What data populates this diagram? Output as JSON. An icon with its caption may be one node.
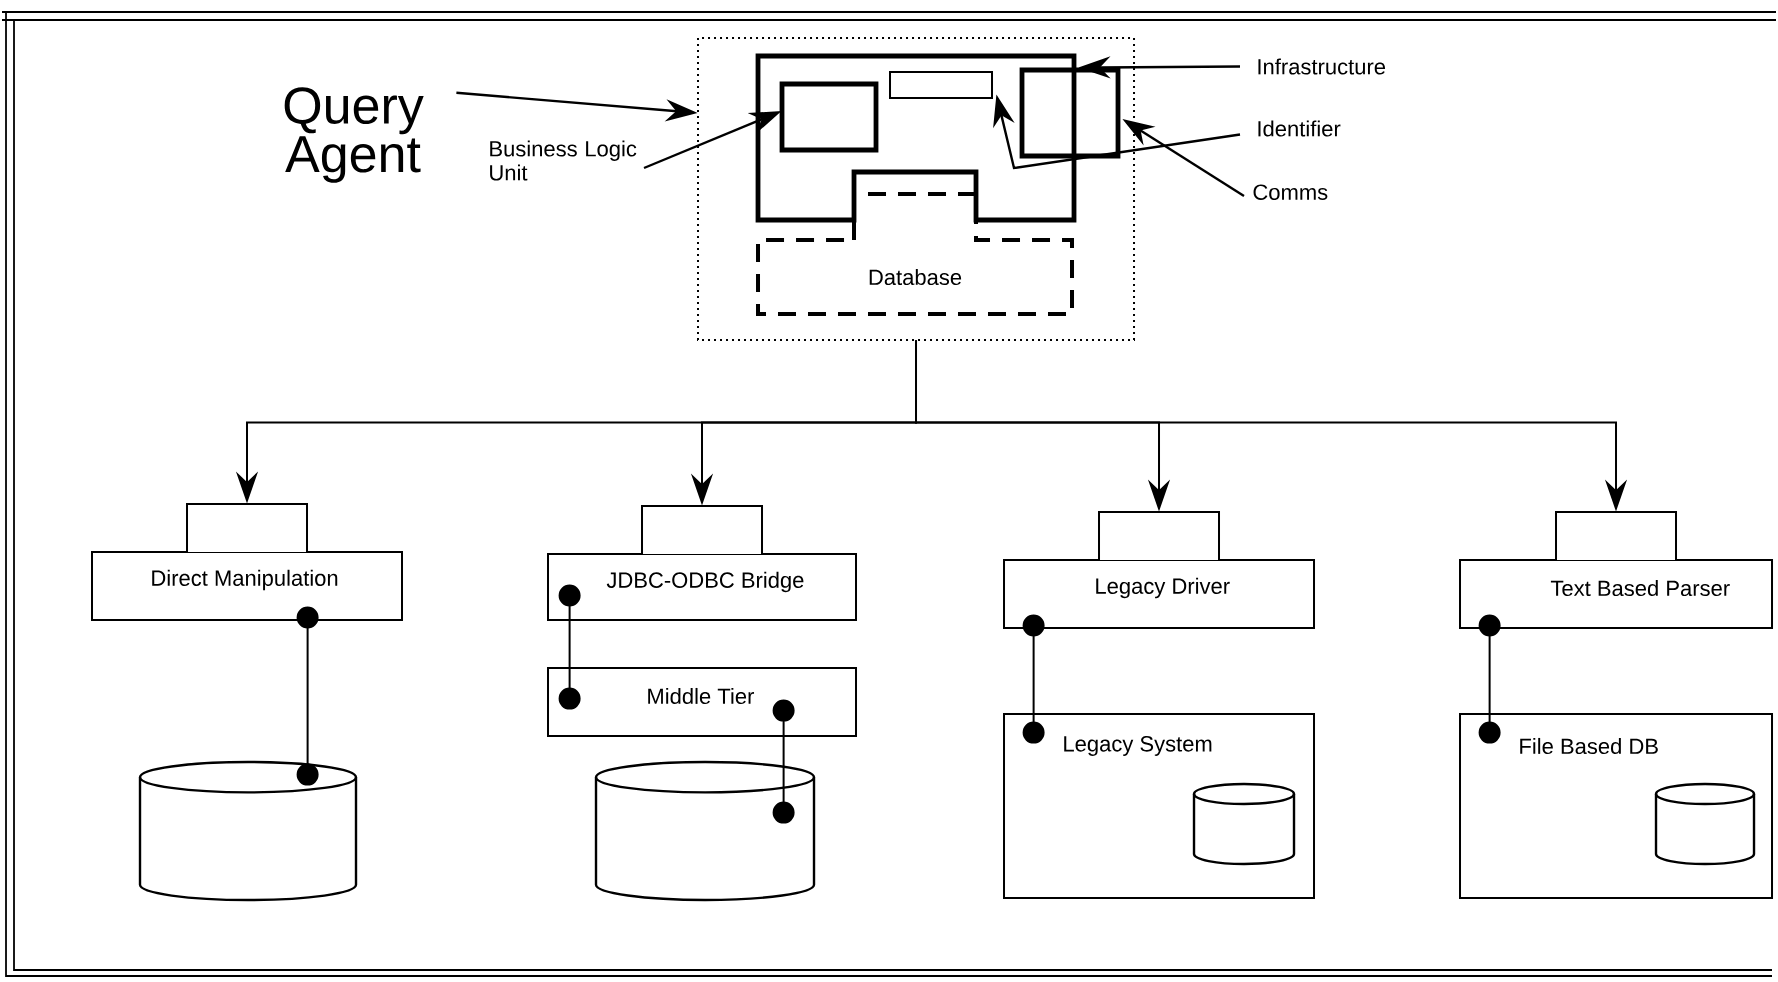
{
  "diagram": {
    "nodes": [
      {
        "text": [
          "Query Agent"
        ]
      },
      {
        "text": [],
        "shape": "box"
      },
      {
        "text": [],
        "shape": "box",
        "in": 1
      },
      {
        "text": [],
        "shape": "box",
        "in": 2
      },
      {
        "text": [],
        "shape": "box",
        "in": 2
      },
      {
        "text": [],
        "shape": "box",
        "in": 1
      },
      {
        "text": [
          "Database"
        ],
        "in": 1
      },
      {
        "text": [
          "Business Logic Unit"
        ]
      },
      {
        "text": [
          "Infrastructure"
        ]
      },
      {
        "text": [
          "Identifier"
        ]
      },
      {
        "text": [
          "Comms"
        ]
      },
      {
        "text": [
          "Direct Manipulation"
        ]
      },
      {
        "text": [],
        "shape": "cylinder"
      },
      {
        "text": [
          "JDBC-ODBC Bridge"
        ]
      },
      {
        "text": [
          "Middle Tier"
        ]
      },
      {
        "text": [],
        "shape": "cylinder"
      },
      {
        "text": [
          "Legacy Driver"
        ]
      },
      {
        "text": [
          "Legacy System"
        ]
      },
      {
        "text": [],
        "shape": "cylinder",
        "in": 17
      },
      {
        "text": [
          "Text Based Parser"
        ]
      },
      {
        "text": [
          "File Based DB"
        ]
      },
      {
        "text": [],
        "shape": "cylinder",
        "in": 20
      }
    ],
    "edges": [
      {
        "from": 0,
        "to": 1,
        "arrow": "to"
      },
      {
        "from": 7,
        "to": 3,
        "arrow": "to"
      },
      {
        "from": 8,
        "to": 2,
        "arrow": "to"
      },
      {
        "from": 9,
        "to": 4,
        "arrow": "to"
      },
      {
        "from": 10,
        "to": 5,
        "arrow": "to"
      },
      {
        "from": 1,
        "to": 11,
        "arrow": "to"
      },
      {
        "from": 1,
        "to": 13,
        "arrow": "to"
      },
      {
        "from": 1,
        "to": 16,
        "arrow": "to"
      },
      {
        "from": 1,
        "to": 19,
        "arrow": "to"
      },
      {
        "from": 11,
        "to": 12,
        "arrow": "other"
      },
      {
        "from": 13,
        "to": 14,
        "arrow": "other"
      },
      {
        "from": 14,
        "to": 15,
        "arrow": "other"
      },
      {
        "from": 16,
        "to": 17,
        "arrow": "other"
      },
      {
        "from": 19,
        "to": 20,
        "arrow": "other"
      }
    ]
  }
}
